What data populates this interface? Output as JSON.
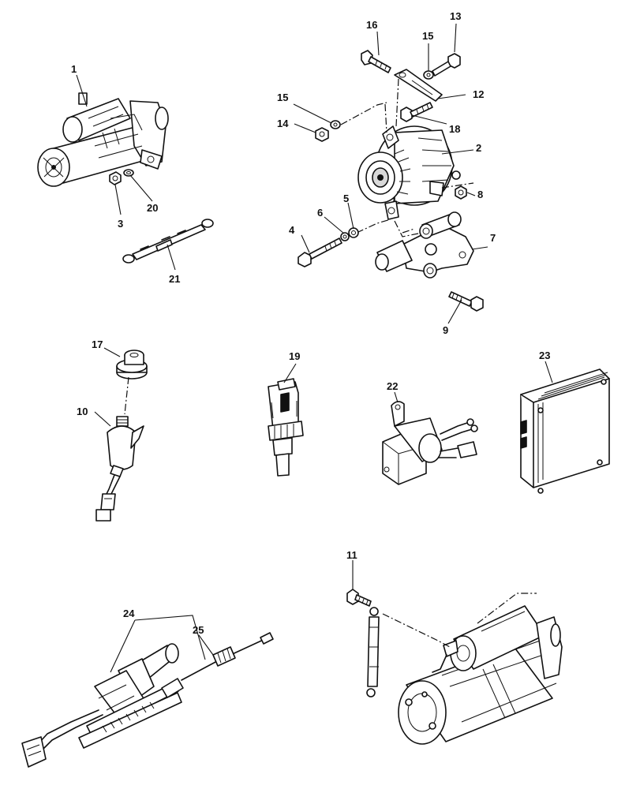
{
  "callouts": {
    "c1": "1",
    "c2": "2",
    "c3": "3",
    "c4": "4",
    "c5": "5",
    "c6": "6",
    "c7": "7",
    "c8": "8",
    "c9": "9",
    "c10": "10",
    "c11": "11",
    "c12": "12",
    "c13": "13",
    "c14": "14",
    "c15a": "15",
    "c15b": "15",
    "c16": "16",
    "c17": "17",
    "c18": "18",
    "c19": "19",
    "c20": "20",
    "c21": "21",
    "c22": "22",
    "c23": "23",
    "c24": "24",
    "c25": "25"
  },
  "colors": {
    "ink": "#111111",
    "paper": "#ffffff",
    "shade": "#d9d9d9"
  }
}
